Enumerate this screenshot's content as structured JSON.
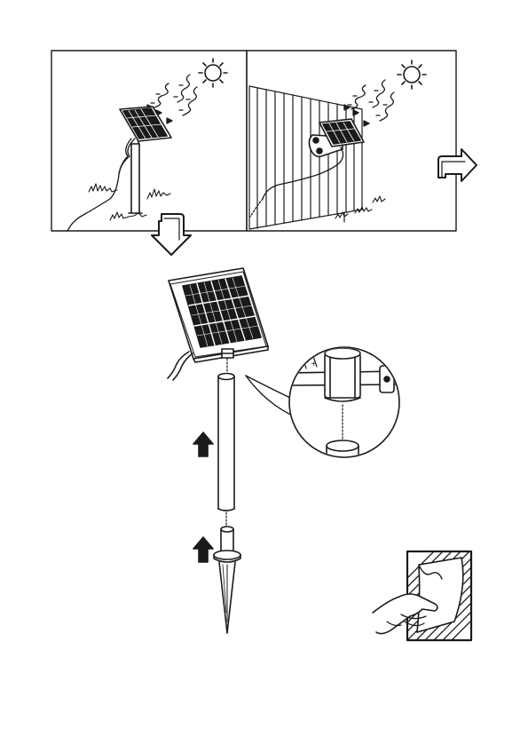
{
  "figure": {
    "panels": [
      {
        "name": "ground-mount-scene",
        "icons": [
          "sun-icon",
          "sunlight-rays-icon",
          "grass-icon",
          "cable-icon"
        ]
      },
      {
        "name": "wall-mount-scene",
        "icons": [
          "sun-icon",
          "sunlight-rays-icon",
          "fence-icon",
          "grass-icon",
          "cable-icon"
        ]
      }
    ],
    "arrows": [
      "outline-arrow-right-icon",
      "outline-arrow-down-icon",
      "solid-arrow-up-icon",
      "solid-arrow-up-icon"
    ],
    "parts": [
      "solar-panel",
      "pole-tube",
      "ground-spike"
    ],
    "callout": "connector-magnified-detail",
    "extra_icon": "peel-protective-film-icon"
  },
  "colors": {
    "ink": "#1a1a1a",
    "paper": "#ffffff",
    "fill_dark": "#222222",
    "fill_gray": "#9a9a9a"
  }
}
